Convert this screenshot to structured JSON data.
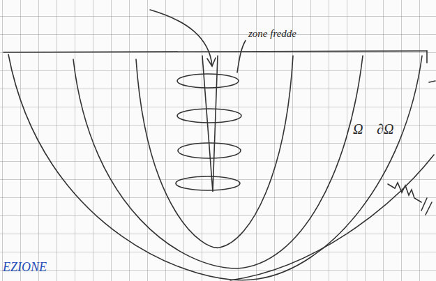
{
  "diagram": {
    "labels": [
      "zone fredde",
      "Ω",
      "∂Ω",
      "EZIONE"
    ]
  }
}
